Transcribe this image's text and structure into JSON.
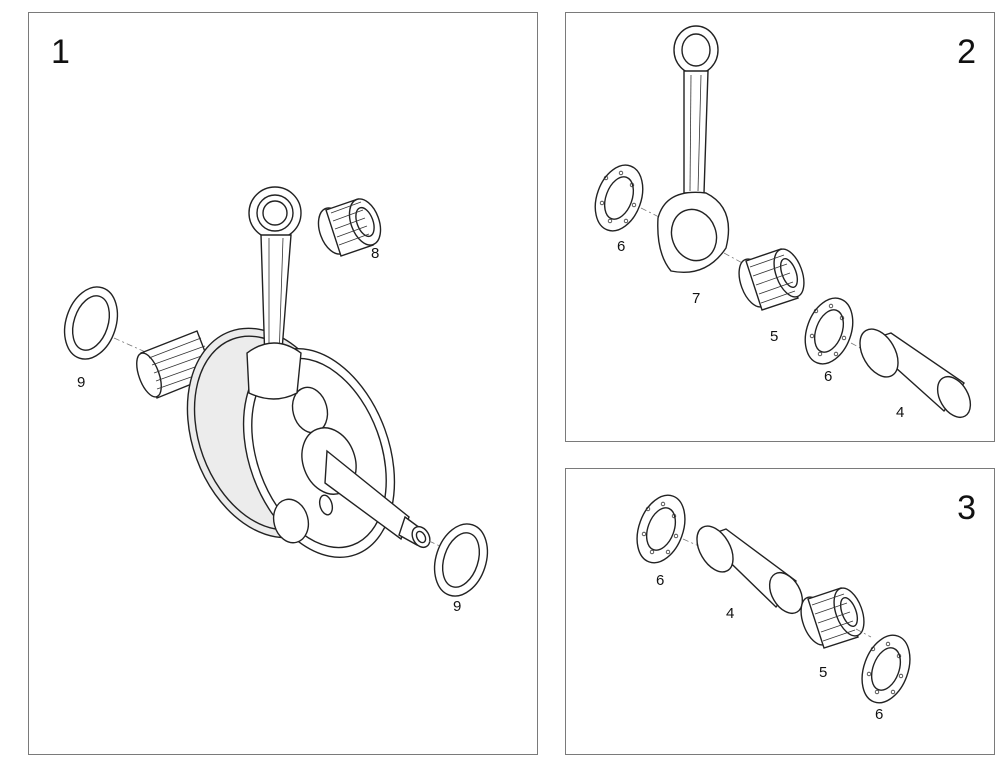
{
  "panels": [
    {
      "number": "1",
      "labels": {
        "con_rod_bearing": "8",
        "washer_left": "9",
        "washer_right": "9"
      }
    },
    {
      "number": "2",
      "labels": {
        "washer_left": "6",
        "con_rod": "7",
        "bearing": "5",
        "washer_right": "6",
        "pin": "4"
      }
    },
    {
      "number": "3",
      "labels": {
        "washer_left": "6",
        "pin": "4",
        "bearing": "5",
        "washer_right": "6"
      }
    }
  ],
  "colors": {
    "line": "#222222",
    "frame": "#7a7a7a",
    "shade": "#ececec"
  },
  "icons": [
    "crankshaft",
    "connecting-rod",
    "needle-bearing",
    "thrust-washer",
    "crank-pin"
  ]
}
